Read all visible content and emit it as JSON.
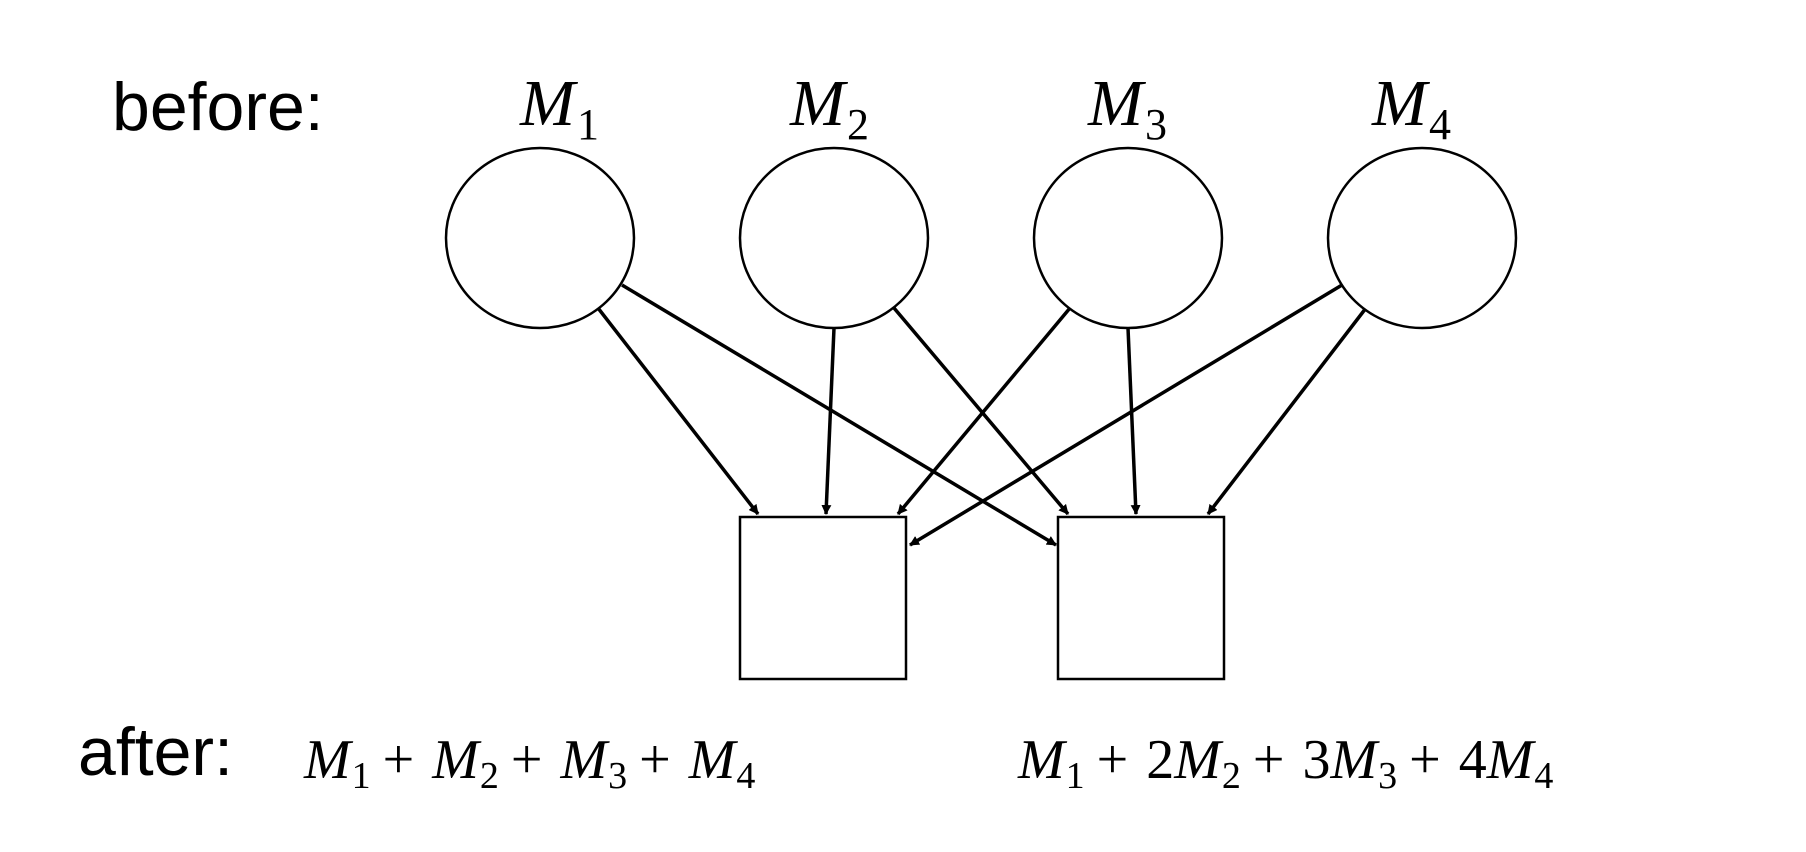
{
  "labels": {
    "before": "before:",
    "after": "after:"
  },
  "inputs": [
    {
      "var": "M",
      "sub": "1"
    },
    {
      "var": "M",
      "sub": "2"
    },
    {
      "var": "M",
      "sub": "3"
    },
    {
      "var": "M",
      "sub": "4"
    }
  ],
  "outputs": [
    {
      "terms": [
        {
          "coef": "",
          "var": "M",
          "sub": "1"
        },
        {
          "coef": "",
          "var": "M",
          "sub": "2"
        },
        {
          "coef": "",
          "var": "M",
          "sub": "3"
        },
        {
          "coef": "",
          "var": "M",
          "sub": "4"
        }
      ]
    },
    {
      "terms": [
        {
          "coef": "",
          "var": "M",
          "sub": "1"
        },
        {
          "coef": "2",
          "var": "M",
          "sub": "2"
        },
        {
          "coef": "3",
          "var": "M",
          "sub": "3"
        },
        {
          "coef": "4",
          "var": "M",
          "sub": "4"
        }
      ]
    }
  ],
  "operator": "+",
  "edges": [
    {
      "from": 0,
      "to": 0
    },
    {
      "from": 0,
      "to": 1
    },
    {
      "from": 1,
      "to": 0
    },
    {
      "from": 1,
      "to": 1
    },
    {
      "from": 2,
      "to": 0
    },
    {
      "from": 2,
      "to": 1
    },
    {
      "from": 3,
      "to": 0
    },
    {
      "from": 3,
      "to": 1
    }
  ]
}
